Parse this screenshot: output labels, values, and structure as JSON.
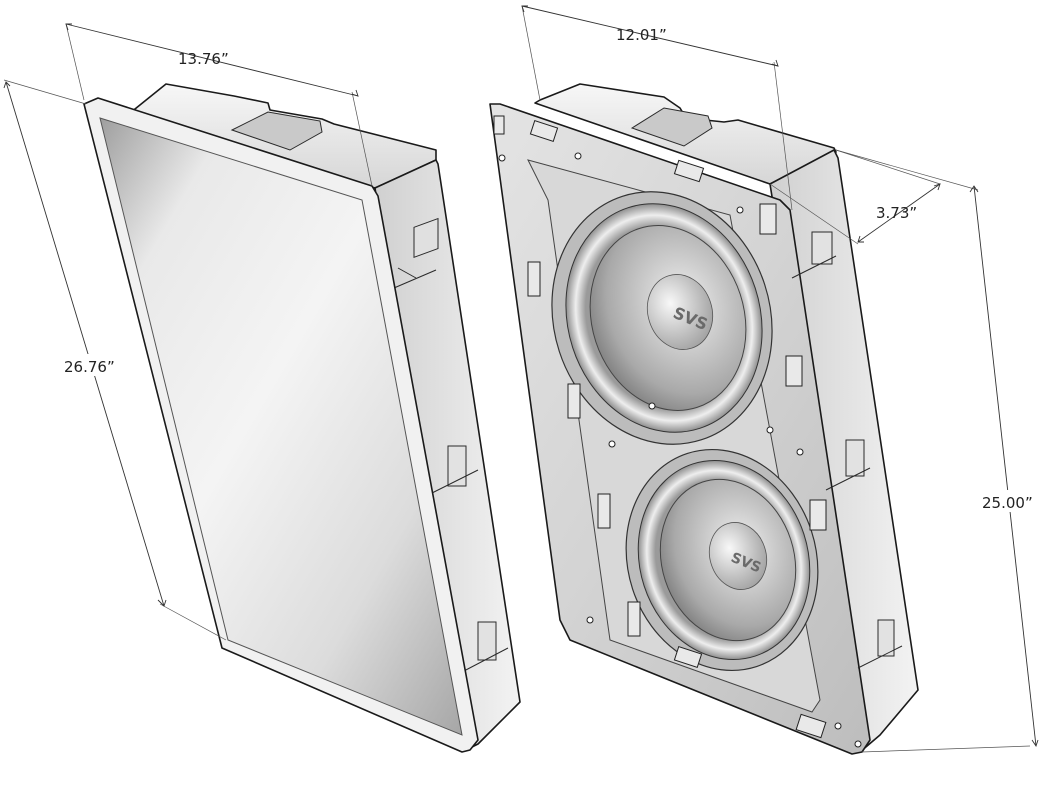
{
  "dimensions": {
    "grille_width": "13.76”",
    "grille_height": "26.76”",
    "frame_width": "12.01”",
    "depth": "3.73”",
    "frame_height": "25.00”"
  },
  "logo_text": "SVS",
  "colors": {
    "outline": "#1a1a1a",
    "grille_light": "#e6e6e6",
    "grille_dark": "#9a9a9a",
    "metal": "#d9d9d9",
    "metal_dark": "#a8a8a8",
    "cone": "#c4c4c4"
  }
}
